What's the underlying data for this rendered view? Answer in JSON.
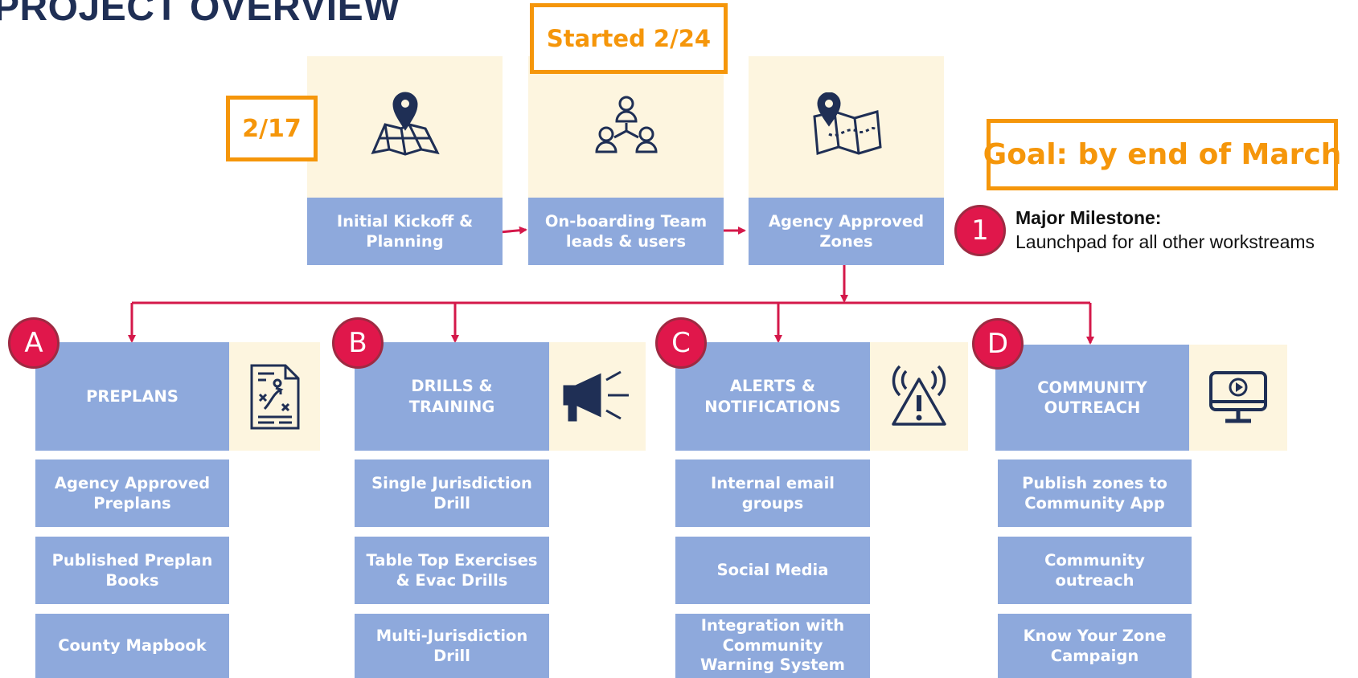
{
  "title": "PROJECT OVERVIEW",
  "colors": {
    "navy": "#1f2f55",
    "tile_blue": "#8ea9dc",
    "cream": "#fdf5df",
    "orange": "#f5960a",
    "connector_red": "#d4184a",
    "badge_red": "#e0174b"
  },
  "top_steps": [
    {
      "label": "Initial Kickoff &\nPlanning",
      "icon": "map-pin-icon"
    },
    {
      "label": "On-boarding Team\nleads & users",
      "icon": "team-network-icon"
    },
    {
      "label": "Agency Approved\nZones",
      "icon": "folded-map-route-icon"
    }
  ],
  "callouts": {
    "kickoff_date": "2/17",
    "onboarding_start": "Started 2/24",
    "goal": "Goal: by end of March"
  },
  "milestone": {
    "badge": "1",
    "heading": "Major Milestone:",
    "text": "Launchpad for all other workstreams"
  },
  "workstreams": [
    {
      "letter": "A",
      "title": "PREPLANS",
      "icon": "strategy-document-icon",
      "items": [
        "Agency Approved\nPreplans",
        "Published Preplan\nBooks",
        "County Mapbook"
      ]
    },
    {
      "letter": "B",
      "title": "DRILLS &\nTRAINING",
      "icon": "megaphone-icon",
      "items": [
        "Single Jurisdiction\nDrill",
        "Table Top Exercises\n& Evac Drills",
        "Multi-Jurisdiction\nDrill"
      ]
    },
    {
      "letter": "C",
      "title": "ALERTS &\nNOTIFICATIONS",
      "icon": "warning-broadcast-icon",
      "items": [
        "Internal email\ngroups",
        "Social Media",
        "Integration with\nCommunity\nWarning System"
      ]
    },
    {
      "letter": "D",
      "title": "COMMUNITY\nOUTREACH",
      "icon": "video-monitor-icon",
      "items": [
        "Publish zones to\nCommunity App",
        "Community\noutreach",
        "Know Your Zone\nCampaign"
      ]
    }
  ]
}
